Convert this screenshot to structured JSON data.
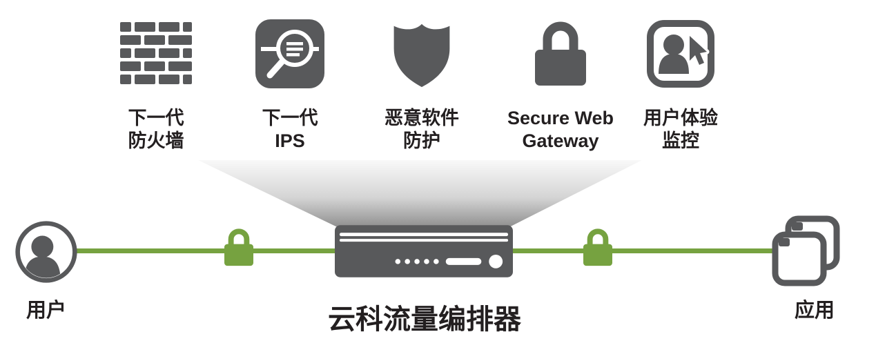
{
  "colors": {
    "dark_gray": "#58595b",
    "green": "#76a240",
    "text": "#231f20"
  },
  "services": [
    {
      "name": "next-gen-firewall",
      "icon": "firewall-brick-icon",
      "line1": "下一代",
      "line2": "防火墙"
    },
    {
      "name": "next-gen-ips",
      "icon": "ips-magnifier-icon",
      "line1": "下一代",
      "line2": "IPS"
    },
    {
      "name": "malware-protection",
      "icon": "shield-icon",
      "line1": "恶意软件",
      "line2": "防护"
    },
    {
      "name": "secure-web-gateway",
      "icon": "padlock-icon",
      "line1": "Secure Web",
      "line2": "Gateway"
    },
    {
      "name": "user-experience-monitoring",
      "icon": "user-cursor-icon",
      "line1": "用户体验",
      "line2": "监控"
    }
  ],
  "flow": {
    "user_label": "用户",
    "user_icon": "user-circle-icon",
    "left_lock_icon": "green-lock-icon",
    "orchestrator_label": "云科流量编排器",
    "orchestrator_icon": "appliance-icon",
    "right_lock_icon": "green-lock-icon",
    "apps_label": "应用",
    "apps_icon": "stacked-windows-icon"
  }
}
